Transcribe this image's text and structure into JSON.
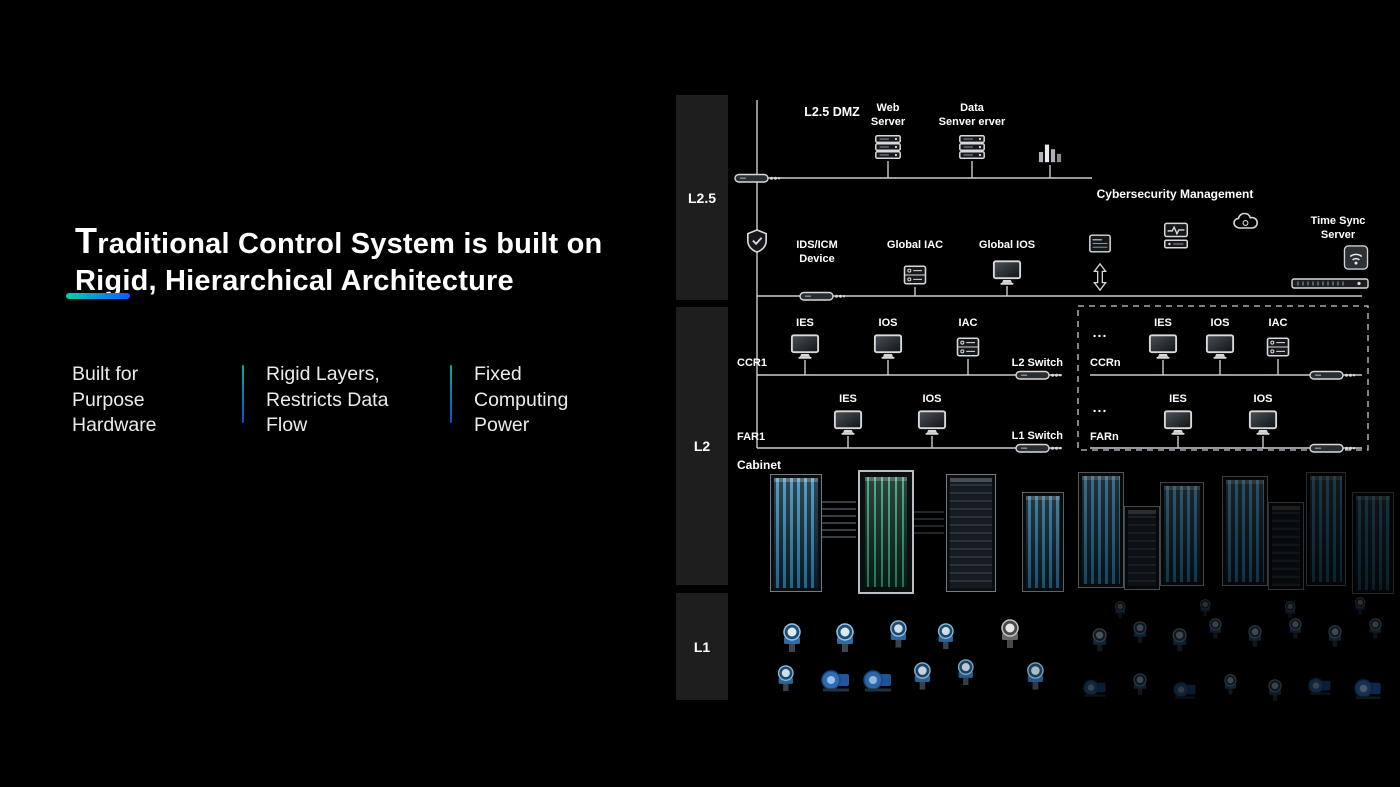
{
  "slide": {
    "title_line1": "Traditional Control System is built on",
    "title_line2": "Rigid, Hierarchical Architecture",
    "bullets": [
      "Built for Purpose Hardware",
      "Rigid Layers, Restricts Data Flow",
      "Fixed Computing Power"
    ],
    "accent_colors": {
      "teal": "#00d2a8",
      "blue": "#0e5bff"
    }
  },
  "levels": [
    "L2.5",
    "L2",
    "L1"
  ],
  "diagram": {
    "dmz_title": "L2.5 DMZ",
    "web_server": "Web\nServer",
    "data_server": "Data\nSenver erver",
    "cybersecurity_management": "Cybersecurity Management",
    "ids_icm_device": "IDS/ICM\nDevice",
    "global_iac": "Global IAC",
    "global_ios": "Global IOS",
    "time_sync_server": "Time Sync Server",
    "ies": "IES",
    "ios": "IOS",
    "iac": "IAC",
    "ellipsis": "...",
    "ccr1": "CCR1",
    "ccrn": "CCRn",
    "far1": "FAR1",
    "farn": "FARn",
    "l2_switch": "L2 Switch",
    "l1_switch": "L1 Switch",
    "cabinet": "Cabinet"
  }
}
